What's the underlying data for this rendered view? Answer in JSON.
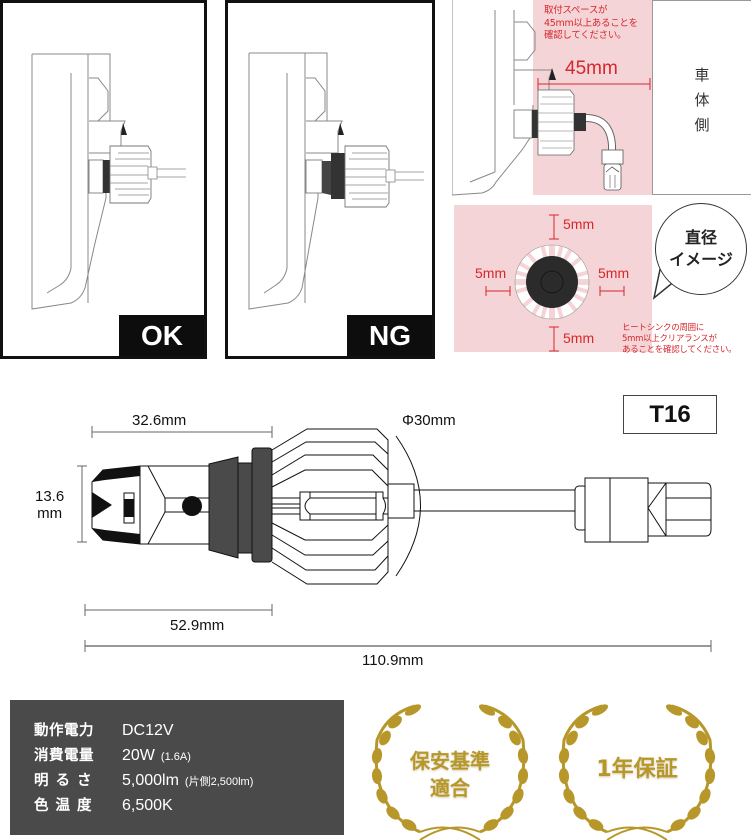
{
  "install_examples": [
    {
      "verdict": "OK",
      "state": "bulb-collar-flush"
    },
    {
      "verdict": "NG",
      "state": "bulb-collar-protruding"
    }
  ],
  "clearance_side_view": {
    "note_lines": [
      "取付スペースが",
      "45mm以上あることを",
      "確認してください。"
    ],
    "dimension": "45mm",
    "vehicle_side_label_lines": [
      "車",
      "体",
      "側"
    ]
  },
  "clearance_front_view": {
    "top_clearance": "5mm",
    "left_clearance": "5mm",
    "right_clearance": "5mm",
    "bottom_clearance": "5mm",
    "bubble_lines": [
      "直径",
      "イメージ"
    ],
    "note_lines": [
      "ヒートシンクの周囲に",
      "5mm以上クリアランスが",
      "あることを確認してください。"
    ]
  },
  "dimensions": {
    "base_length": "32.6mm",
    "heatsink_diameter": "Φ30mm",
    "base_height_lines": [
      "13.6",
      "mm"
    ],
    "bulb_length": "52.9mm",
    "total_length": "110.9mm",
    "socket_type": "T16"
  },
  "specs": [
    {
      "key": "動作電力",
      "value": "DC12V",
      "note": ""
    },
    {
      "key": "消費電量",
      "value": "20W",
      "note": "(1.6A)"
    },
    {
      "key": "明るさ",
      "value": "5,000lm",
      "note": "(片側2,500lm)"
    },
    {
      "key": "色温度",
      "value": "6,500K",
      "note": ""
    }
  ],
  "badges": [
    {
      "lines": [
        "保安基準",
        "適合"
      ]
    },
    {
      "lines": [
        "1年保証"
      ]
    }
  ],
  "colors": {
    "accent_red": "#d6272d",
    "clearance_zone": "#f4d4d6",
    "gold": "#b8972a",
    "spec_panel": "#4a4a4a"
  }
}
